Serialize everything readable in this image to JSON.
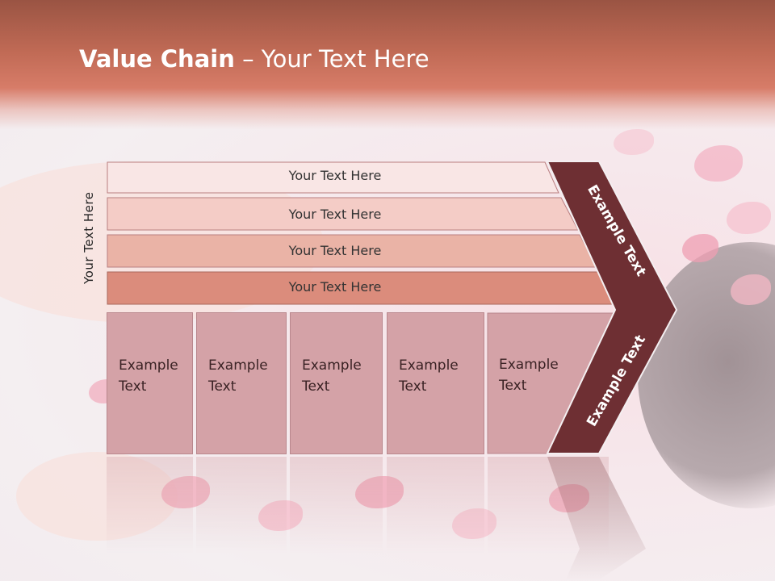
{
  "slide": {
    "title_bold": "Value Chain",
    "title_rest": " – Your Text Here",
    "vertical_label": "Your Text Here"
  },
  "bars": [
    {
      "label": "Your Text Here",
      "fill": "#f9e6e5"
    },
    {
      "label": "Your Text Here",
      "fill": "#f4ccc6"
    },
    {
      "label": "Your Text Here",
      "fill": "#eab3a6"
    },
    {
      "label": "Your Text Here",
      "fill": "#db8c7c"
    }
  ],
  "columns": [
    {
      "text": "Example\nText"
    },
    {
      "text": "Example\nText"
    },
    {
      "text": "Example\nText"
    },
    {
      "text": "Example\nText"
    },
    {
      "text": "Example\nText"
    }
  ],
  "arrow": {
    "upper_text": "Example Text",
    "lower_text": "Example Text",
    "color": "#6e2f33"
  },
  "colors": {
    "title_band": "#c06a55",
    "column_fill": "#d4a2a7"
  }
}
